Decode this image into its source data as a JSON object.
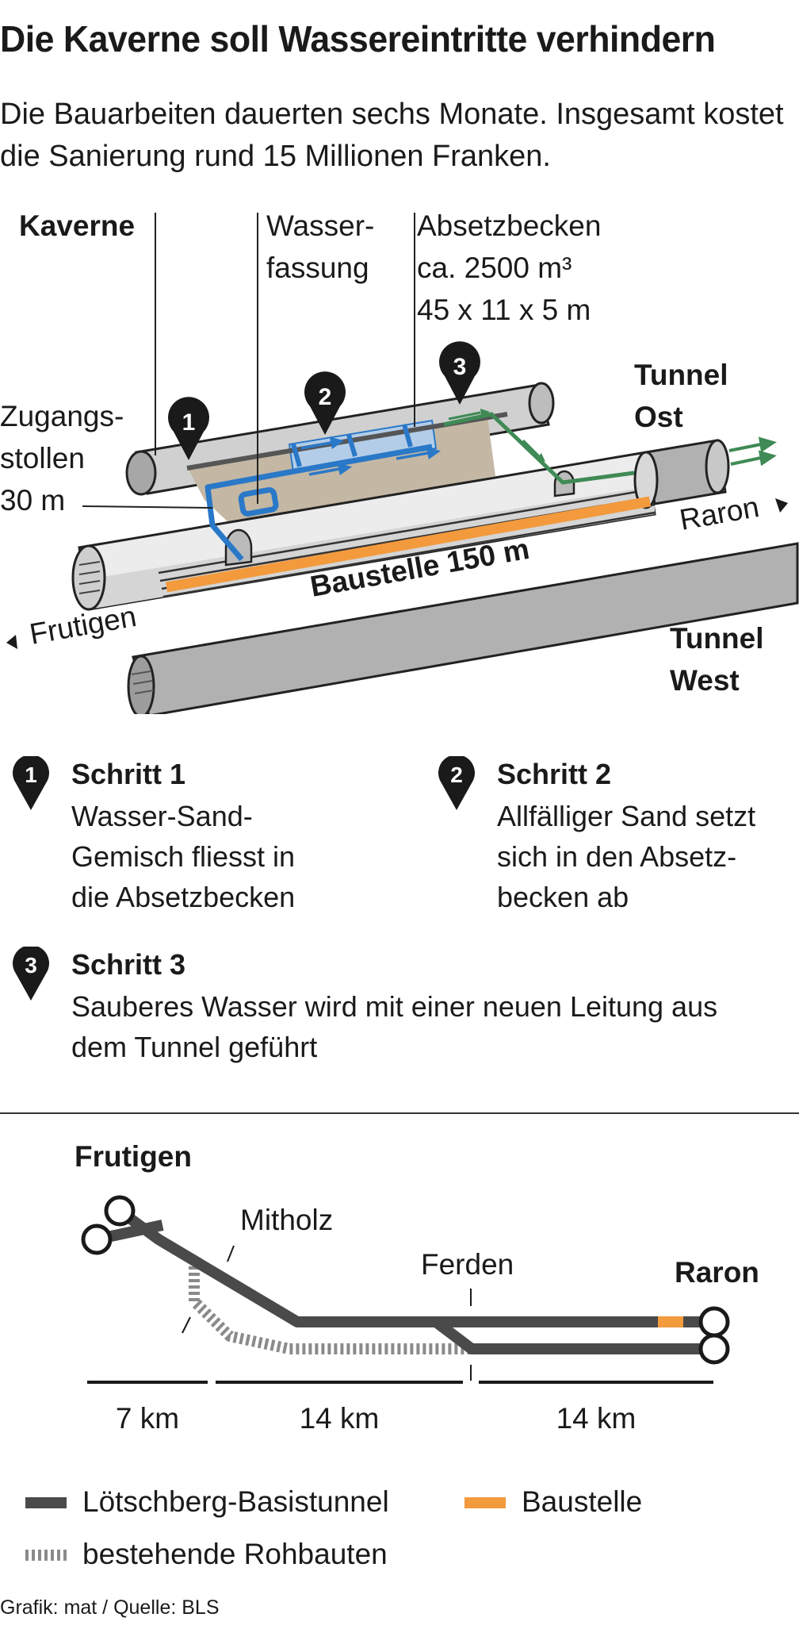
{
  "title": "Die Kaverne soll Wassereintritte verhindern",
  "subtitle": "Die Bauarbeiten dauerten sechs Monate. Insgesamt kostet die Sanierung rund 15 Millionen Franken.",
  "diagram": {
    "labels": {
      "kaverne": "Kaverne",
      "wasserfassung_1": "Wasser-",
      "wasserfassung_2": "fassung",
      "absetzbecken_1": "Absetzbecken",
      "absetzbecken_2": "ca. 2500 m³",
      "absetzbecken_3": "45 x 11 x 5 m",
      "zugang_1": "Zugangs-",
      "zugang_2": "stollen",
      "zugang_3": "30 m",
      "tunnel_ost_1": "Tunnel",
      "tunnel_ost_2": "Ost",
      "tunnel_west_1": "Tunnel",
      "tunnel_west_2": "West",
      "raron": "Raron",
      "frutigen": "Frutigen",
      "baustelle": "Baustelle 150 m"
    },
    "markers": [
      "1",
      "2",
      "3"
    ]
  },
  "steps": [
    {
      "number": "1",
      "title": "Schritt 1",
      "text": "Wasser-Sand-Gemisch fliesst in die Absetzbecken"
    },
    {
      "number": "2",
      "title": "Schritt 2",
      "text": "Allfälliger Sand setzt sich in den Absetz-becken ab"
    },
    {
      "number": "3",
      "title": "Schritt 3",
      "text": "Sauberes Wasser wird mit einer neuen Leitung aus dem Tunnel geführt"
    }
  ],
  "map": {
    "stations": {
      "frutigen": "Frutigen",
      "mitholz": "Mitholz",
      "ferden": "Ferden",
      "raron": "Raron"
    },
    "distances": [
      "7 km",
      "14 km",
      "14 km"
    ]
  },
  "legend": {
    "tunnel": "Lötschberg-Basistunnel",
    "baustelle": "Baustelle",
    "rohbauten": "bestehende Rohbauten"
  },
  "colors": {
    "tunnel": "#4a4a4a",
    "baustelle": "#f39a3d",
    "water": "#2a78c8",
    "clean_water": "#3f8a55",
    "basin": "#b3cde8",
    "cavern": "#c4b8a4"
  },
  "credit": "Grafik: mat / Quelle: BLS"
}
